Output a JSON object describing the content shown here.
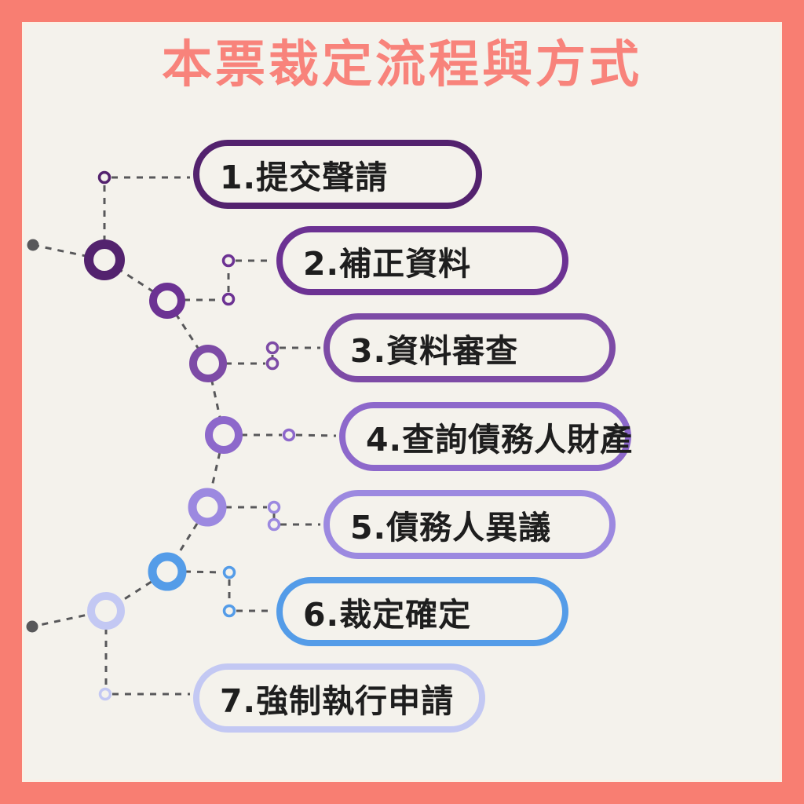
{
  "title": "本票裁定流程與方式",
  "colors": {
    "frame": "#F87E72",
    "background": "#F4F2EC",
    "title": "#F8837B",
    "text": "#1E1E1E",
    "connector": "#58585A"
  },
  "steps": [
    {
      "label": "1.提交聲請",
      "color": "#53226E"
    },
    {
      "label": "2.補正資料",
      "color": "#6C3293"
    },
    {
      "label": "3.資料審查",
      "color": "#7D4BA6"
    },
    {
      "label": "4.查詢債務人財產",
      "color": "#8D68CB"
    },
    {
      "label": "5.債務人異議",
      "color": "#9C89E0"
    },
    {
      "label": "6.裁定確定",
      "color": "#549CE8"
    },
    {
      "label": "7.強制執行申請",
      "color": "#C3C8F3"
    }
  ]
}
